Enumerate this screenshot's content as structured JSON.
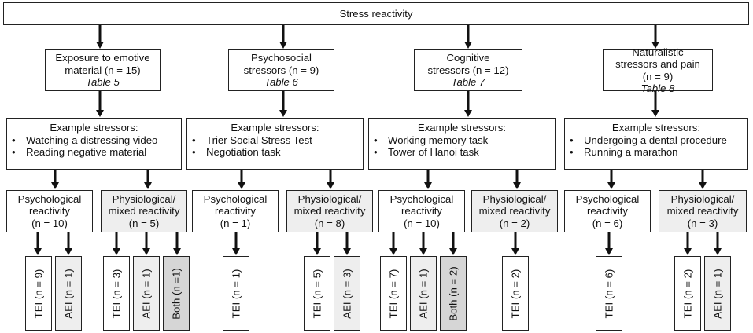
{
  "root": {
    "label": "Stress reactivity"
  },
  "categories": [
    {
      "title": "Exposure to emotive material (n = 15)",
      "table": "Table 5",
      "example_heading": "Example stressors:",
      "examples": [
        "Watching a distressing video",
        "Reading negative material"
      ],
      "outcomes": [
        {
          "label": "Psychological reactivity",
          "n": "(n = 10)",
          "leaves": [
            "TEI (n = 9)",
            "AEI (n = 1)"
          ]
        },
        {
          "label": "Physiological/ mixed reactivity",
          "n": "(n = 5)",
          "leaves": [
            "TEI (n = 3)",
            "AEI (n = 1)",
            "Both (n =1)"
          ]
        }
      ]
    },
    {
      "title": "Psychosocial stressors (n = 9)",
      "table": "Table 6",
      "example_heading": "Example stressors:",
      "examples": [
        "Trier Social Stress Test",
        "Negotiation task"
      ],
      "outcomes": [
        {
          "label": "Psychological reactivity",
          "n": "(n = 1)",
          "leaves": [
            "TEI (n = 1)"
          ]
        },
        {
          "label": "Physiological/ mixed reactivity",
          "n": "(n = 8)",
          "leaves": [
            "TEI (n = 5)",
            "AEI (n = 3)"
          ]
        }
      ]
    },
    {
      "title": "Cognitive stressors (n = 12)",
      "table": "Table 7",
      "example_heading": "Example stressors:",
      "examples": [
        "Working memory task",
        "Tower of Hanoi task"
      ],
      "outcomes": [
        {
          "label": "Psychological reactivity",
          "n": "(n = 10)",
          "leaves": [
            "TEI (n = 7)",
            "AEI (n = 1)",
            "Both (n = 2)"
          ]
        },
        {
          "label": "Physiological/ mixed reactivity",
          "n": "(n = 2)",
          "leaves": [
            "TEI (n = 2)"
          ]
        }
      ]
    },
    {
      "title": "Naturalistic stressors and pain (n = 9)",
      "table": "Table 8",
      "example_heading": "Example stressors:",
      "examples": [
        "Undergoing a dental procedure",
        "Running a marathon"
      ],
      "outcomes": [
        {
          "label": "Psychological reactivity",
          "n": "(n = 6)",
          "leaves": [
            "TEI (n = 6)"
          ]
        },
        {
          "label": "Physiological/ mixed reactivity",
          "n": "(n = 3)",
          "leaves": [
            "TEI (n = 2)",
            "AEI (n = 1)"
          ]
        }
      ]
    }
  ],
  "colors": {
    "line": "#111111",
    "box_white": "#ffffff",
    "box_gray": "#eeeeee",
    "box_dark": "#d6d6d6"
  }
}
